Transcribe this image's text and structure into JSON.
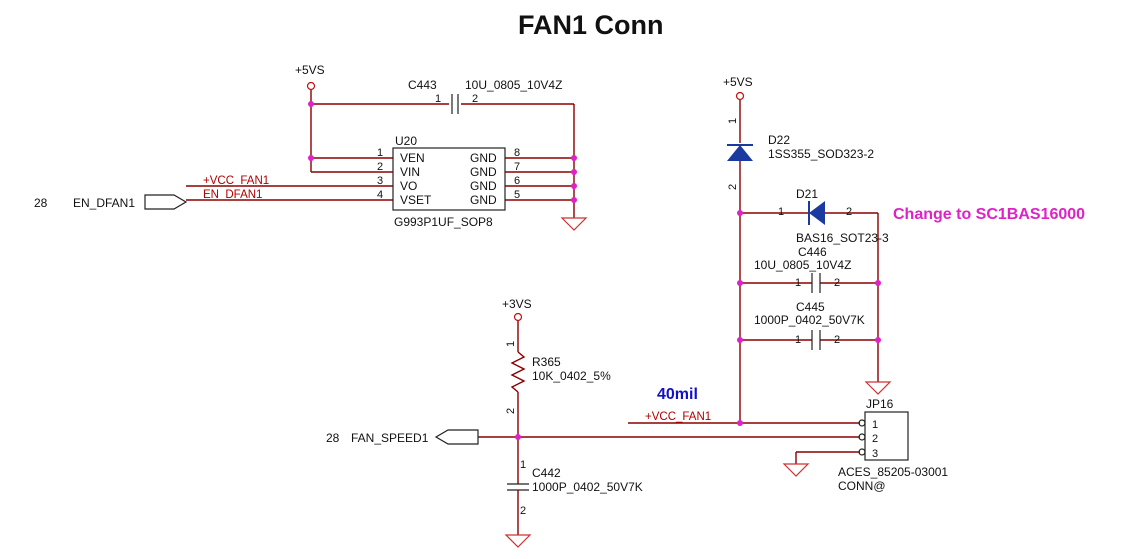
{
  "title": "FAN1 Conn",
  "note": "Change to SC1BAS16000",
  "trace_width": "40mil",
  "power": {
    "p5vs": "+5VS",
    "p3vs": "+3VS"
  },
  "nets": {
    "vcc_fan1": "+VCC_FAN1",
    "en_dfan1": "EN_DFAN1",
    "fan_speed1": "FAN_SPEED1"
  },
  "offpage": {
    "en_dfan1": {
      "page": "28",
      "label": "EN_DFAN1"
    },
    "fan_speed1": {
      "page": "28",
      "label": "FAN_SPEED1"
    }
  },
  "u20": {
    "ref": "U20",
    "part": "G993P1UF_SOP8",
    "left_pins": [
      {
        "num": "1",
        "name": "VEN"
      },
      {
        "num": "2",
        "name": "VIN"
      },
      {
        "num": "3",
        "name": "VO"
      },
      {
        "num": "4",
        "name": "VSET"
      }
    ],
    "right_pins": [
      {
        "num": "8",
        "name": "GND"
      },
      {
        "num": "7",
        "name": "GND"
      },
      {
        "num": "6",
        "name": "GND"
      },
      {
        "num": "5",
        "name": "GND"
      }
    ]
  },
  "c443": {
    "ref": "C443",
    "value": "10U_0805_10V4Z",
    "pin1": "1",
    "pin2": "2"
  },
  "d22": {
    "ref": "D22",
    "value": "1SS355_SOD323-2",
    "pin1": "1",
    "pin2": "2"
  },
  "d21": {
    "ref": "D21",
    "value": "BAS16_SOT23-3",
    "pin1": "1",
    "pin2": "2"
  },
  "c446": {
    "ref": "C446",
    "value": "10U_0805_10V4Z",
    "pin1": "1",
    "pin2": "2"
  },
  "c445": {
    "ref": "C445",
    "value": "1000P_0402_50V7K",
    "pin1": "1",
    "pin2": "2"
  },
  "r365": {
    "ref": "R365",
    "value": "10K_0402_5%",
    "pin1": "1",
    "pin2": "2"
  },
  "c442": {
    "ref": "C442",
    "value": "1000P_0402_50V7K",
    "pin1": "1",
    "pin2": "2"
  },
  "jp16": {
    "ref": "JP16",
    "part": "ACES_85205-03001",
    "variant": "CONN@",
    "pins": [
      "1",
      "2",
      "3"
    ]
  }
}
